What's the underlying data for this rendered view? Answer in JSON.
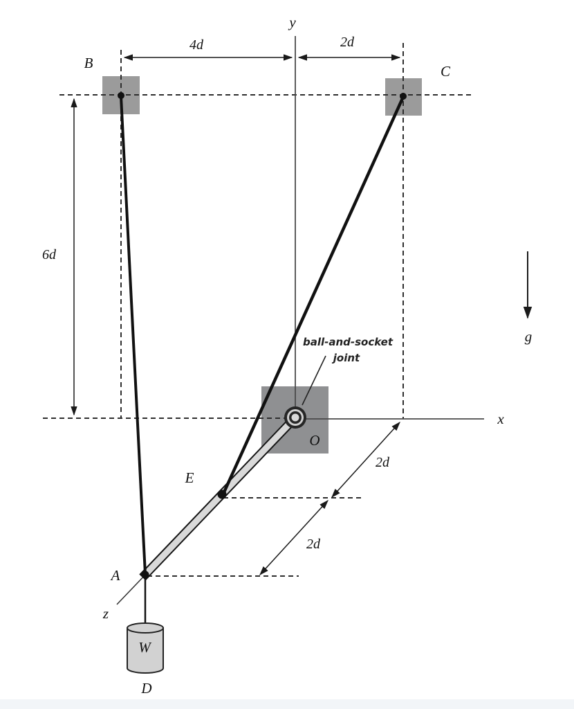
{
  "figure": {
    "background": "#ffffff",
    "footer_strip_color": "#f2f5f8",
    "colors": {
      "anchor_gray": "#9b9b9b",
      "mount_gray": "#8f9092",
      "bar_fill": "#d9d9d9",
      "cylinder_fill": "#d2d2d2"
    },
    "axes": {
      "x": "x",
      "y": "y",
      "z": "z"
    },
    "points": {
      "B": "B",
      "C": "C",
      "O": "O",
      "E": "E",
      "A": "A",
      "D": "D"
    },
    "weight_label": "W",
    "gravity_label": "g",
    "dimensions": {
      "top_left": "4d",
      "top_right": "2d",
      "left_height": "6d",
      "bar_upper": "2d",
      "bar_lower": "2d"
    },
    "annotations": {
      "joint_line1": "ball-and-socket",
      "joint_line2": "joint"
    }
  }
}
